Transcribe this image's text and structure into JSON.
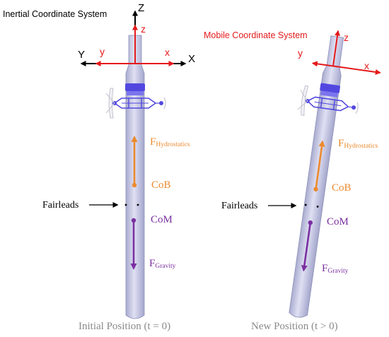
{
  "colors": {
    "inertial_axes": "#000000",
    "mobile_axes": "#e41a1c",
    "hydrostatic": "#ec8a2e",
    "gravity": "#7a2fa0",
    "cylinder": "#c9cbe6",
    "hub": "#5248e0",
    "caption": "#8a8a8a"
  },
  "labels": {
    "inertial_title": "Inertial Coordinate System",
    "mobile_title": "Mobile Coordinate System",
    "fairleads": "Fairleads",
    "cob": "CoB",
    "com": "CoM",
    "f_letter": "F",
    "sub_hydrostatics": "Hydrostatics",
    "sub_gravity": "Gravity"
  },
  "axes": {
    "inertial": {
      "X": "X",
      "Y": "Y",
      "Z": "Z"
    },
    "mobile": {
      "x": "x",
      "y": "y",
      "z": "z"
    }
  },
  "captions": {
    "initial": "Initial Position (t = 0)",
    "new": "New Position (t > 0)"
  }
}
